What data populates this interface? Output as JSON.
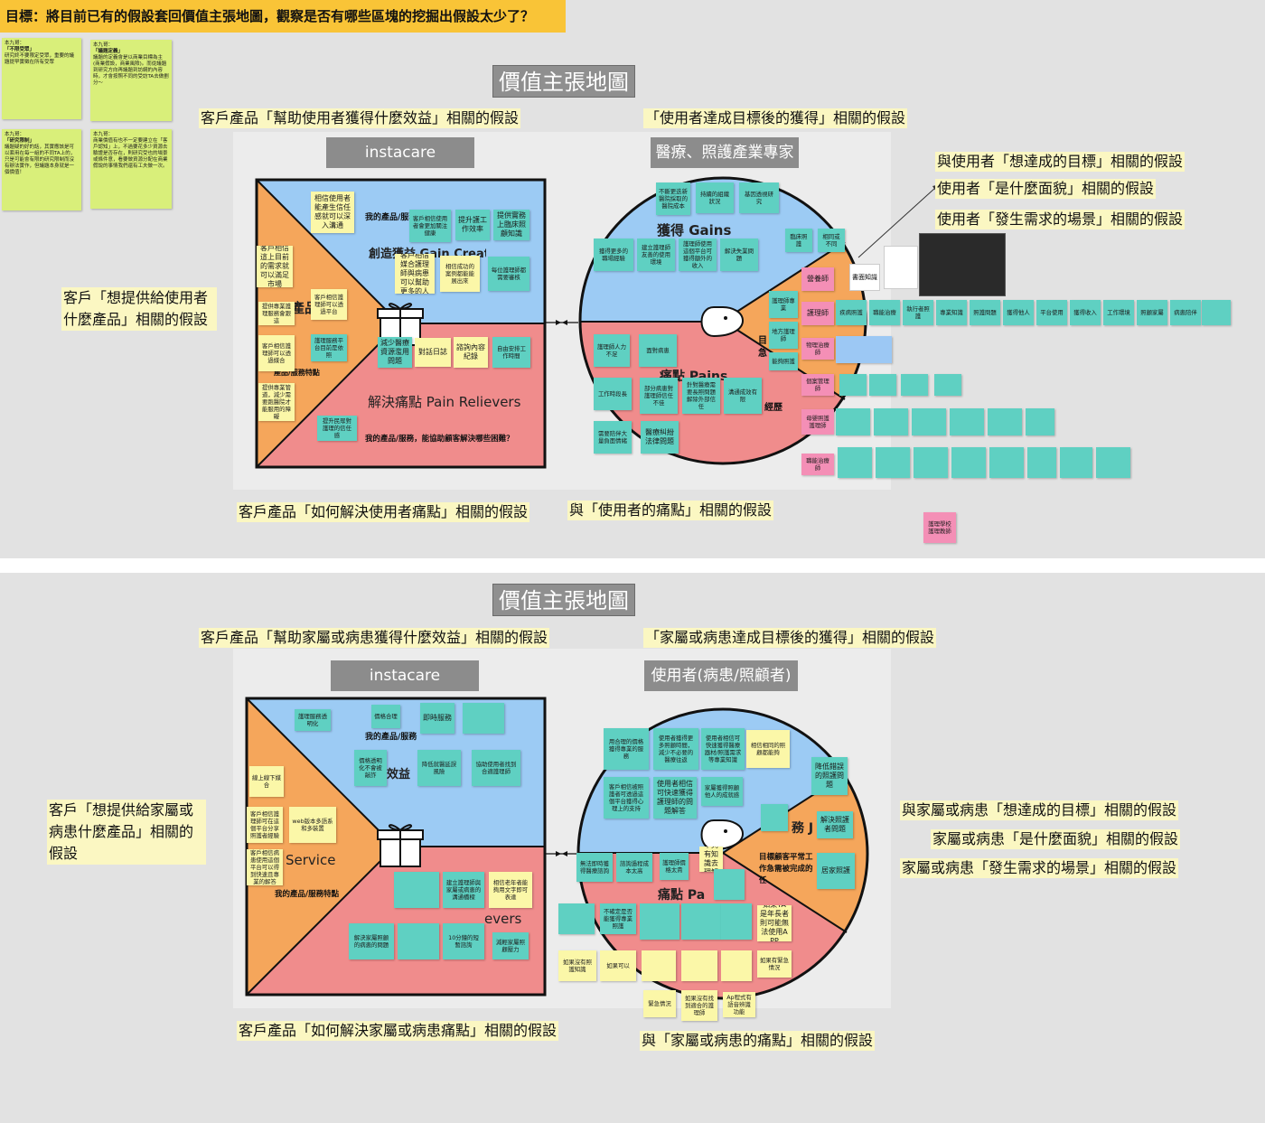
{
  "goal": "目標：將目前已有的假設套回價值主張地圖，觀察是否有哪些區塊的挖掘出假設太少了？",
  "notes": [
    {
      "head": "本九哥：",
      "title": "「不限受眾」",
      "body": "研究終不要限定受眾，重要的議題提早實徵在所有受眾"
    },
    {
      "head": "本九哥：",
      "title": "「議題定義」",
      "body": "議題的定義會是以商業目標為主(商業假設，商業風險)。而從議題到研究方向再議題到訪綱的內容時，才會按照不同的受訪TA去做劃分～"
    },
    {
      "head": "本九哥：",
      "title": "「研究限制」",
      "body": "議題疑的好的話，其實應該是可以套用在每一組的不同TA上的，只是可能會有限的研究限制而沒有辦法實作，但議題本身就是一個價值！"
    },
    {
      "head": "本九哥：",
      "title": "",
      "body": "商業價值有也不一定要建立在「客戶認知」上，不過要花多少資源去驗證是否存在，則研究受也的場景或條件意，看要做資源分配在商業假說的事情我們還有工夫做一次。"
    }
  ],
  "board1": {
    "title": "價值主張地圖",
    "label_gains": "客戶產品「幫助使用者獲得什麼效益」相關的假設",
    "label_user_gains": "「使用者達成目標後的獲得」相關的假設",
    "label_product": "客戶「想提供給使用者什麼產品」相關的假設",
    "label_relievers": "客戶產品「如何解決使用者痛點」相關的假設",
    "label_pains": "與「使用者的痛點」相關的假設",
    "label_goal": "與使用者「想達成的目標」相關的假設",
    "label_profile": "使用者「是什麼面貌」相關的假設",
    "label_scene": "使用者「發生需求的場景」相關的假設",
    "product_header": "instacare",
    "customer_header": "醫療、照護產業專家",
    "gain_creators": "創造獲益 Gain Creators",
    "pain_relievers": "解決痛點 Pain Relievers",
    "products": "產品",
    "product_q_top": "我的產品/服務",
    "product_q_bottom": "我的產品/服務，能協助顧客解決哪些困難？",
    "product_q_mid": "產品/服務特點",
    "gains": "獲得 Gains",
    "pains": "痛點 Pains",
    "roles": [
      "營養師",
      "護理師",
      "物理治療師",
      "個案管理師",
      "母嬰照護護理師",
      "職能治療師"
    ],
    "role_side": "護",
    "role_side2": "理",
    "mid_left": "目",
    "mid_left2": "急",
    "pain_side": "經歷",
    "tag_school": "護理學校護理教師",
    "screenshot_note": "書面知識",
    "stickies": [
      "相信使用者能產生信任感就可以深入溝通",
      "客戶相信使用者會更加關注健康",
      "提升護工作效率",
      "提供實務上臨床照顧知識",
      "客戶相信這上目前的需求就可以滿足市場",
      "客戶相信媒合護理師與病患可以幫助更多的人",
      "相信成功的案例都能能展出來",
      "每位護理師都需要審核",
      "客戶相信護理師可以透過平台",
      "提供專業護理服務會跟這",
      "客戶相信護理師可以透過媒合",
      "減少醫療資源濫用問題",
      "對話日誌",
      "諮詢內容紀錄",
      "自由安排工作時間",
      "提供專業管道，減少需要跑醫院才能服用的障礙",
      "提升民眾對護理的信任感",
      "護理服務平台目前是依照",
      "不斷更迭新醫院採取的醫院成本",
      "持續的組織狀況",
      "基因透視研究",
      "獲得更多的職場經驗",
      "建立護理師友善的使用環境",
      "護理師使用這個平台可獲得額外的收入",
      "解決失業問題",
      "護理師人力不足",
      "面對病患",
      "工作時段長",
      "部分病患對護理師信任不佳",
      "針對醫療需要長照問題解除外部信任",
      "溝通成效有限",
      "需要陪伴大量負面情緒",
      "醫療糾紛法律問題",
      "護理師專業",
      "地方護理師",
      "能夠照護",
      "臨床照護",
      "相同或不同",
      "疾病照護",
      "職能治療",
      "執行者照護",
      "專業知識",
      "照護問題",
      "獲得他人",
      "平台使用",
      "獲得收入",
      "工作環境",
      "照顧家屬",
      "病患陪伴"
    ]
  },
  "board2": {
    "title": "價值主張地圖",
    "label_gains": "客戶產品「幫助家屬或病患獲得什麼效益」相關的假設",
    "label_user_gains": "「家屬或病患達成目標後的獲得」相關的假設",
    "label_product": "客戶「想提供給家屬或病患什麼產品」相關的假設",
    "label_relievers": "客戶產品「如何解決家屬或病患痛點」相關的假設",
    "label_pains": "與「家屬或病患的痛點」相關的假設",
    "label_goal": "與家屬或病患「想達成的目標」相關的假設",
    "label_profile": "家屬或病患「是什麼面貌」相關的假設",
    "label_scene": "家屬或病患「發生需求的場景」相關的假設",
    "product_header": "instacare",
    "customer_header": "使用者(病患/照顧者)",
    "product_q_top": "我的產品/服務",
    "product_q_bottom": "我的產品/服務特點",
    "gains": "效益",
    "pains": "痛點 Pa",
    "service": "Service",
    "relievers_fragment": "evers",
    "role_fragment": "務 J",
    "goal_q": "目標顧客平常工作急需被完成的任",
    "stickies": [
      "護理服務透明化",
      "價格合理",
      "即時服務",
      "價格透明化不會被敲詐",
      "降低就醫延誤風險",
      "協助使用者找到合適護理師",
      "線上線下媒合",
      "客戶相信護理師可在這個平台分享照護者經驗",
      "web版本多語系和多裝置",
      "客戶相信病患使用這個平台可以得到快速且專業的解答",
      "建立護理師與家屬或病患的溝通橋樑",
      "相信老年者能夠用文字即可表達",
      "解決家屬照顧的病患的問題",
      "10分鐘的短暫諮詢",
      "減輕家屬照顧壓力",
      "用合理的價格獲得專業的服務",
      "使用者獲得更多照顧時間，減少不必要的醫療往返",
      "使用者相信可快速獲得醫療器材/照護需求等專業知識",
      "相信相同的照顧都能夠",
      "客戶相信被照護者可透過這個平台獲得心理上的支持",
      "使用者相信可快速獲得護理師的問題解答",
      "家屬獲得照顧他人的成就感",
      "降低錯誤的照護問題",
      "不夠有知識去理解",
      "解決照護者問題",
      "居家照護",
      "無法即時獲得醫療諮詢",
      "諮詢過程成本太高",
      "護理師價格太貴",
      "不確定是否能獲得專業照護",
      "如果TA是年長者則可能無法使用APP",
      "如果沒有照護知識",
      "如果有緊急情況",
      "如果可以",
      "緊急情況",
      "如果沒有找到適合的護理師",
      "Ap程式有語音辨識功能"
    ]
  }
}
